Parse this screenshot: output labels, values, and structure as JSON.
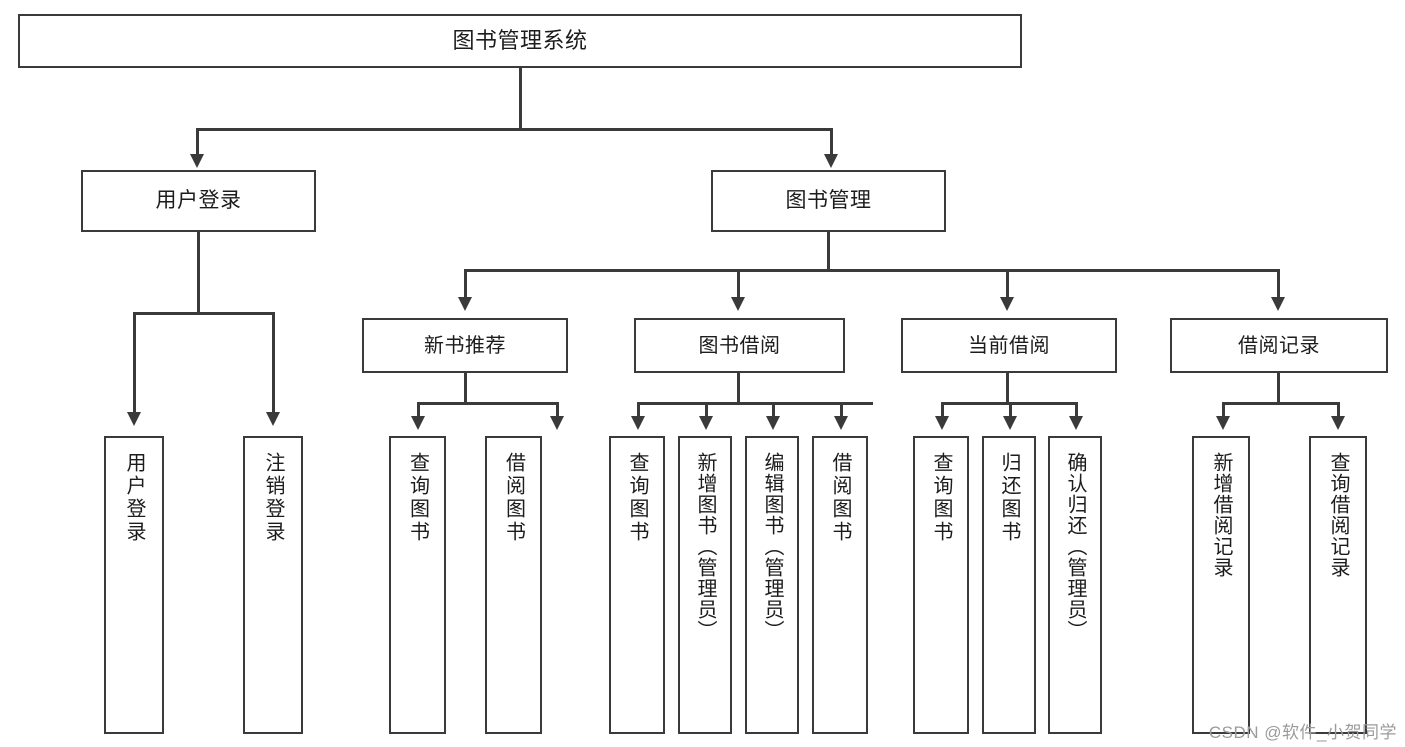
{
  "diagram": {
    "type": "tree-hierarchy-chart",
    "title": "图书管理系统",
    "orientation": "top-down",
    "background_color": "#ffffff",
    "line_color": "#3a3a3a",
    "box_fill": "#ffffff"
  },
  "nodes": {
    "root": {
      "label": "图书管理系统"
    },
    "level2": [
      {
        "id": "user-login",
        "label": "用户登录"
      },
      {
        "id": "book-management",
        "label": "图书管理"
      }
    ],
    "level3": [
      {
        "id": "new-book-recommend",
        "label": "新书推荐"
      },
      {
        "id": "book-borrow",
        "label": "图书借阅"
      },
      {
        "id": "current-borrow",
        "label": "当前借阅"
      },
      {
        "id": "borrow-record",
        "label": "借阅记录"
      }
    ],
    "leaves": {
      "user-login": [
        {
          "id": "leaf-user-login",
          "label": "用户登录"
        },
        {
          "id": "leaf-logout-login",
          "label": "注销登录"
        }
      ],
      "new-book-recommend": [
        {
          "id": "leaf-query-book-1",
          "label": "查询图书"
        },
        {
          "id": "leaf-borrow-book-1",
          "label": "借阅图书"
        }
      ],
      "book-borrow": [
        {
          "id": "leaf-query-book-2",
          "label": "查询图书"
        },
        {
          "id": "leaf-add-book",
          "label": "新增图书（管理员）"
        },
        {
          "id": "leaf-edit-book",
          "label": "编辑图书（管理员）"
        },
        {
          "id": "leaf-borrow-book-2",
          "label": "借阅图书"
        }
      ],
      "current-borrow": [
        {
          "id": "leaf-query-book-3",
          "label": "查询图书"
        },
        {
          "id": "leaf-return-book",
          "label": "归还图书"
        },
        {
          "id": "leaf-confirm-return",
          "label": "确认归还（管理员）"
        }
      ],
      "borrow-record": [
        {
          "id": "leaf-add-record",
          "label": "新增借阅记录"
        },
        {
          "id": "leaf-query-record",
          "label": "查询借阅记录"
        }
      ]
    }
  },
  "watermark": {
    "text": "CSDN @软件_小贺同学"
  }
}
